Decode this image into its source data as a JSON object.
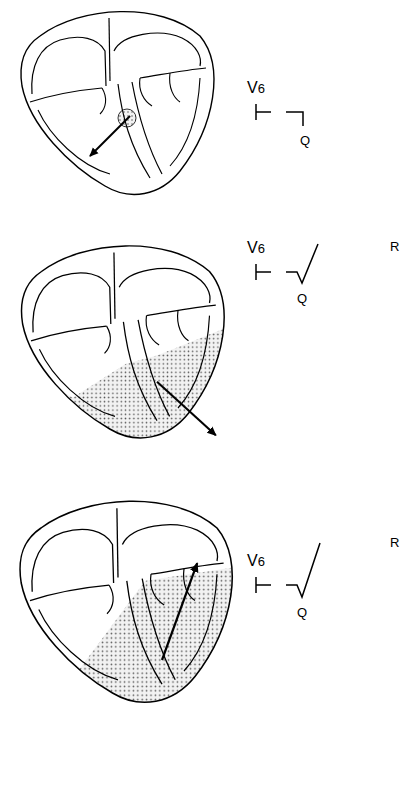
{
  "diagram": {
    "labels": [
      "V6",
      "Q",
      "V6",
      "R",
      "Q",
      "V6",
      "R",
      "Q"
    ]
  }
}
